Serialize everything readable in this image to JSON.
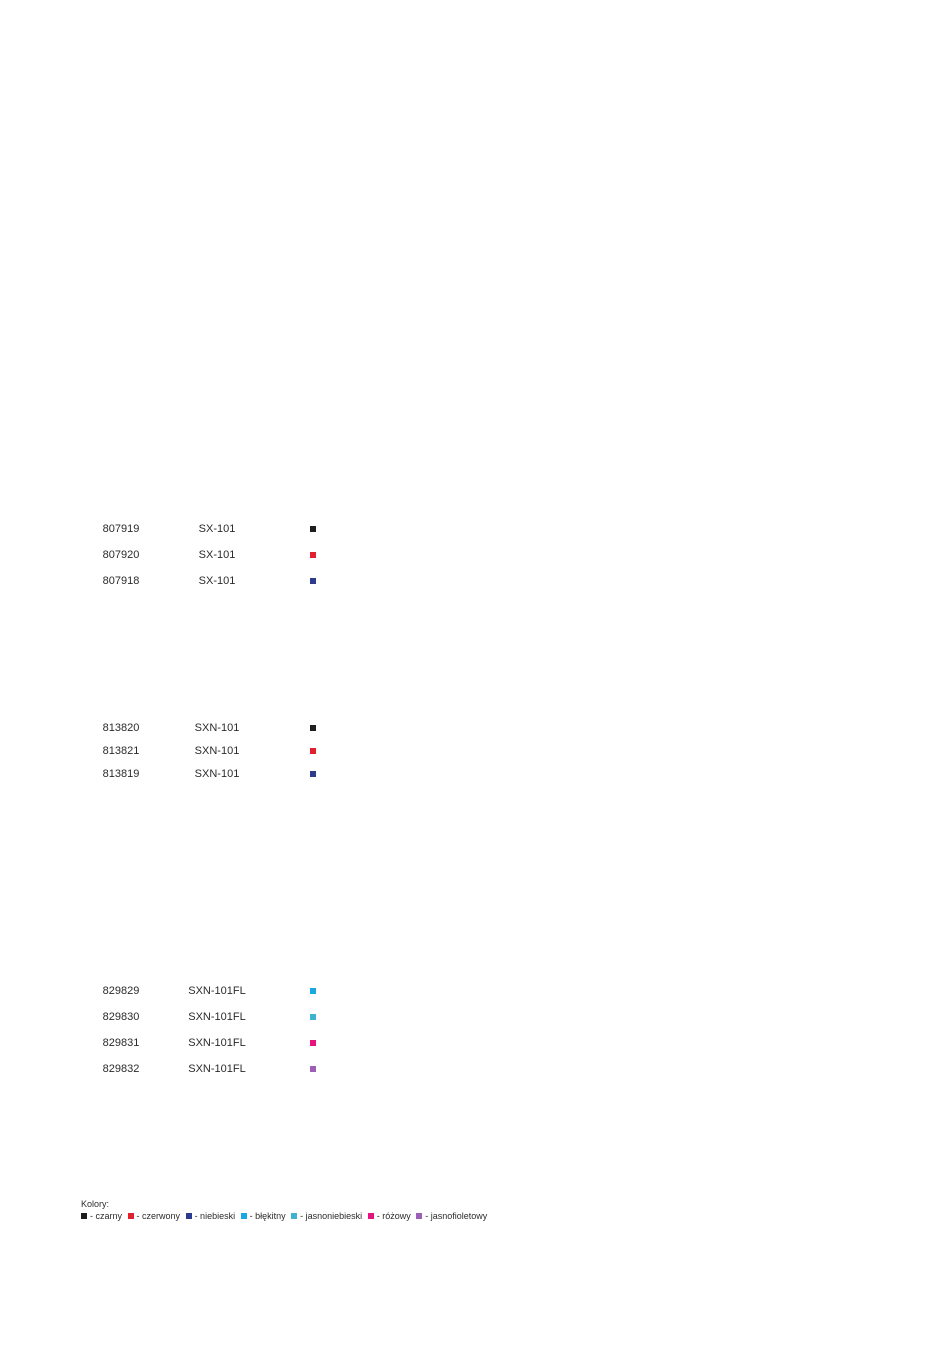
{
  "colors": {
    "black": "#1e1e1e",
    "red": "#e0202e",
    "blue": "#2e3a8c",
    "sky": "#1aa8e0",
    "lightblue": "#3eb3cf",
    "pink": "#e6127e",
    "violet": "#9b5fb5"
  },
  "group1": {
    "rows": [
      {
        "code": "807919",
        "model": "SX-101",
        "color": "black"
      },
      {
        "code": "807920",
        "model": "SX-101",
        "color": "red"
      },
      {
        "code": "807918",
        "model": "SX-101",
        "color": "blue"
      }
    ]
  },
  "group2": {
    "rows": [
      {
        "code": "813820",
        "model": "SXN-101",
        "color": "black"
      },
      {
        "code": "813821",
        "model": "SXN-101",
        "color": "red"
      },
      {
        "code": "813819",
        "model": "SXN-101",
        "color": "blue"
      }
    ]
  },
  "group3": {
    "rows": [
      {
        "code": "829829",
        "model": "SXN-101FL",
        "color": "sky"
      },
      {
        "code": "829830",
        "model": "SXN-101FL",
        "color": "lightblue"
      },
      {
        "code": "829831",
        "model": "SXN-101FL",
        "color": "pink"
      },
      {
        "code": "829832",
        "model": "SXN-101FL",
        "color": "violet"
      }
    ]
  },
  "legend": {
    "title": "Kolory:",
    "items": [
      {
        "color": "black",
        "label": "- czarny"
      },
      {
        "color": "red",
        "label": "- czerwony"
      },
      {
        "color": "blue",
        "label": "- niebieski"
      },
      {
        "color": "sky",
        "label": "- błękitny"
      },
      {
        "color": "lightblue",
        "label": "- jasnoniebieski"
      },
      {
        "color": "pink",
        "label": "- różowy"
      },
      {
        "color": "violet",
        "label": "- jasnofioletowy"
      }
    ]
  }
}
